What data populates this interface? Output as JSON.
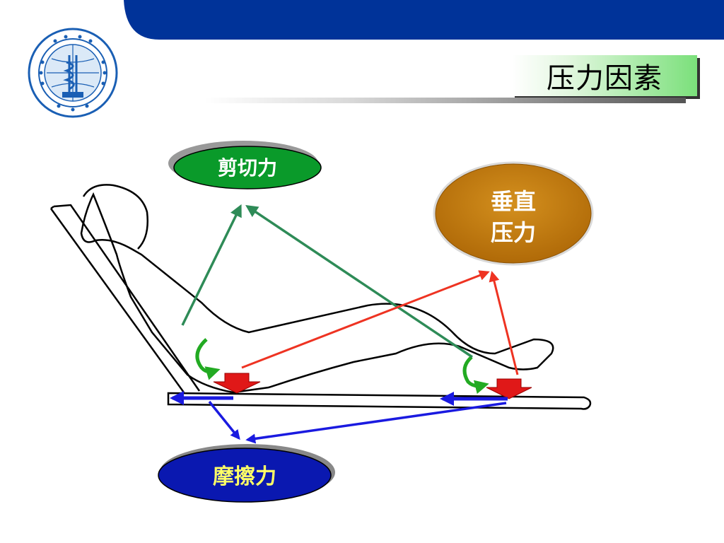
{
  "slide": {
    "title": "压力因素"
  },
  "logo": {
    "name": "college-logo-seal"
  },
  "diagram": {
    "shear_label": "剪切力",
    "vertical_label_line1": "垂直",
    "vertical_label_line2": "压力",
    "friction_label": "摩擦力"
  },
  "colors": {
    "header_blue": "#003399",
    "shear_green": "#0a9a2a",
    "vertical_brown": "#c07a10",
    "friction_blue": "#0a18b0",
    "friction_text_yellow": "#ffff66",
    "arrow_green": "#2e8b57",
    "arrow_red": "#ee3322",
    "arrow_blue": "#1a1ae0"
  }
}
